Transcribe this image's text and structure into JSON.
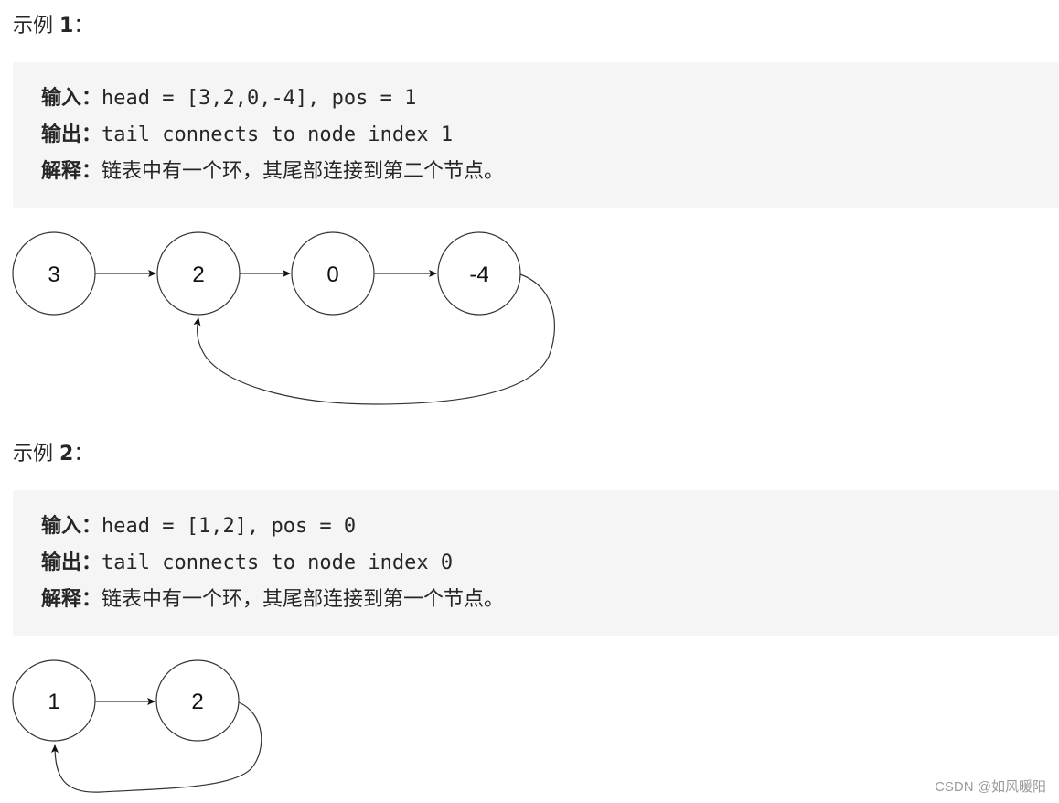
{
  "examples": [
    {
      "heading": {
        "prefix": "示例 ",
        "number": "1",
        "suffix": "："
      },
      "input_label": "输入：",
      "input_value": "head = [3,2,0,-4], pos = 1",
      "output_label": "输出：",
      "output_value": "tail connects to node index 1",
      "explain_label": "解释：",
      "explain_value": "链表中有一个环，其尾部连接到第二个节点。",
      "diagram": {
        "nodes": [
          "3",
          "2",
          "0",
          "-4"
        ],
        "cycle_target_index": 1
      }
    },
    {
      "heading": {
        "prefix": "示例 ",
        "number": "2",
        "suffix": "："
      },
      "input_label": "输入：",
      "input_value": "head = [1,2], pos = 0",
      "output_label": "输出：",
      "output_value": "tail connects to node index 0",
      "explain_label": "解释：",
      "explain_value": "链表中有一个环，其尾部连接到第一个节点。",
      "diagram": {
        "nodes": [
          "1",
          "2"
        ],
        "cycle_target_index": 0
      }
    }
  ],
  "watermark": "CSDN @如风暖阳",
  "colors": {
    "box_background": "#f5f5f5",
    "text": "#262626",
    "watermark": "#9a9a9a"
  }
}
